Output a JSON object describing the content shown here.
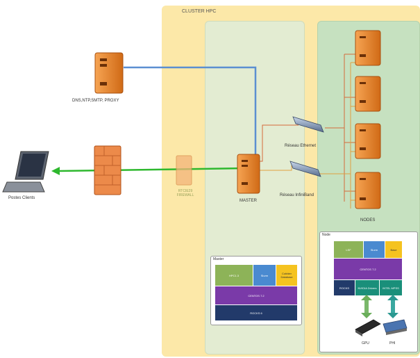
{
  "cluster": {
    "title": "CLUSTER HPC"
  },
  "dns": {
    "label": "DNS,NTP,SMTP, PROXY"
  },
  "clients": {
    "label": "Postes Clients"
  },
  "firewall": {
    "label": "RTCIE29 FIREWALL"
  },
  "master": {
    "label": "MASTER"
  },
  "nodes": {
    "label": "NODES"
  },
  "networks": {
    "ethernet": "Réseau Ethernet",
    "infiniband": "Réseau InfiniBand"
  },
  "master_stack": {
    "title": "Master",
    "row1": [
      "HPC1.3",
      "Slurm",
      "Cobbler Database"
    ],
    "row2": "CENTOS 7.2",
    "row3": "ROCKS 6"
  },
  "node_stack": {
    "title": "Node",
    "row1": [
      "LSF",
      "Slurm",
      "Base"
    ],
    "row2": "CENTOS 7.2",
    "row3": [
      "ROCKS",
      "NVIDIA Drivers",
      "INTEL MPSS"
    ]
  },
  "devices": {
    "gpu": "GPU",
    "phi": "PHI"
  },
  "colors": {
    "cluster_bg": "#fce8a8",
    "master_bg": "#e3ecd2",
    "nodes_bg": "#c6e1c0",
    "server_orange": "#ee8a2c",
    "blue_link": "#5b8fd1",
    "green_link": "#2eb82e",
    "orange_link": "#d46a3a",
    "stack_green": "#8db358",
    "stack_blue": "#4a8ad0",
    "stack_yellow": "#f5c320",
    "stack_purple": "#7a3aa8",
    "stack_navy": "#223a6a",
    "stack_teal": "#1a8f7a"
  },
  "icons": [
    "server-icon",
    "laptop-icon",
    "firewall-icon",
    "switch-icon",
    "gpu-card-icon",
    "phi-card-icon"
  ]
}
